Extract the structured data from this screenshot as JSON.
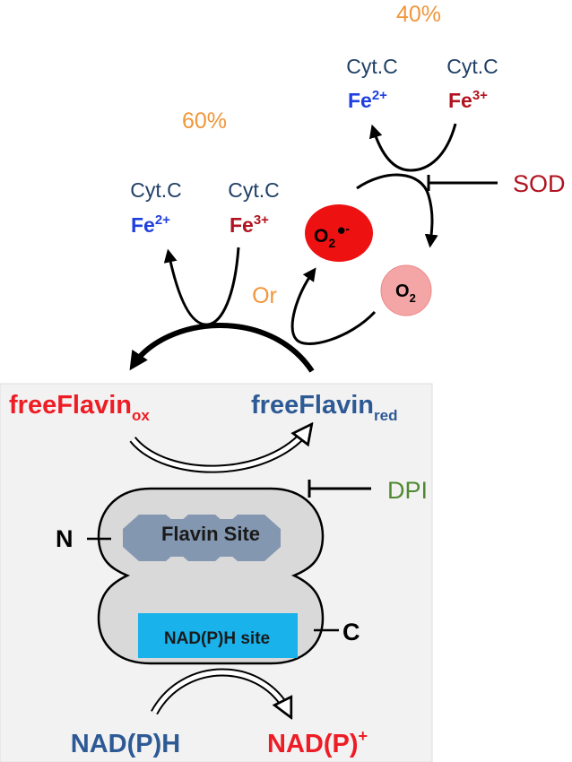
{
  "colors": {
    "orange": "#f0963a",
    "red_text": "#ee1c24",
    "dark_blue": "#1f3f66",
    "blue": "#1f3fe0",
    "dark_red": "#b01420",
    "green": "#4f8a33",
    "panel_bg": "#f2f2f2",
    "domain_fill": "#d9d9d9",
    "flavin_site_fill": "#8497b0",
    "nadph_site_fill": "#19b2ea",
    "superoxide_fill": "#ee1111",
    "oxygen_fill": "#f4a6a6"
  },
  "top_cycle": {
    "percent": "40%",
    "cyt_left": {
      "name": "Cyt.C",
      "fe": "Fe",
      "charge": "2+"
    },
    "cyt_right": {
      "name": "Cyt.C",
      "fe": "Fe",
      "charge": "3+"
    },
    "inhibitor": "SOD"
  },
  "left_cycle": {
    "percent": "60%",
    "cyt_left": {
      "name": "Cyt.C",
      "fe": "Fe",
      "charge": "2+"
    },
    "cyt_right": {
      "name": "Cyt.C",
      "fe": "Fe",
      "charge": "3+"
    }
  },
  "or_label": "Or",
  "superoxide": {
    "main": "O",
    "sub": "2",
    "radical": "•",
    "charge": "-"
  },
  "oxygen": {
    "main": "O",
    "sub": "2"
  },
  "flavin": {
    "ox_main": "freeFlavin",
    "ox_sub": "ox",
    "red_main": "freeFlavin",
    "red_sub": "red"
  },
  "inhibitor_dpi": "DPI",
  "enzyme": {
    "n_terminus": "N",
    "c_terminus": "C",
    "flavin_site": "Flavin Site",
    "nadph_site": "NAD(P)H site"
  },
  "cofactor": {
    "nadph": "NAD(P)H",
    "nadp_main": "NAD(P)",
    "nadp_charge": "+"
  }
}
